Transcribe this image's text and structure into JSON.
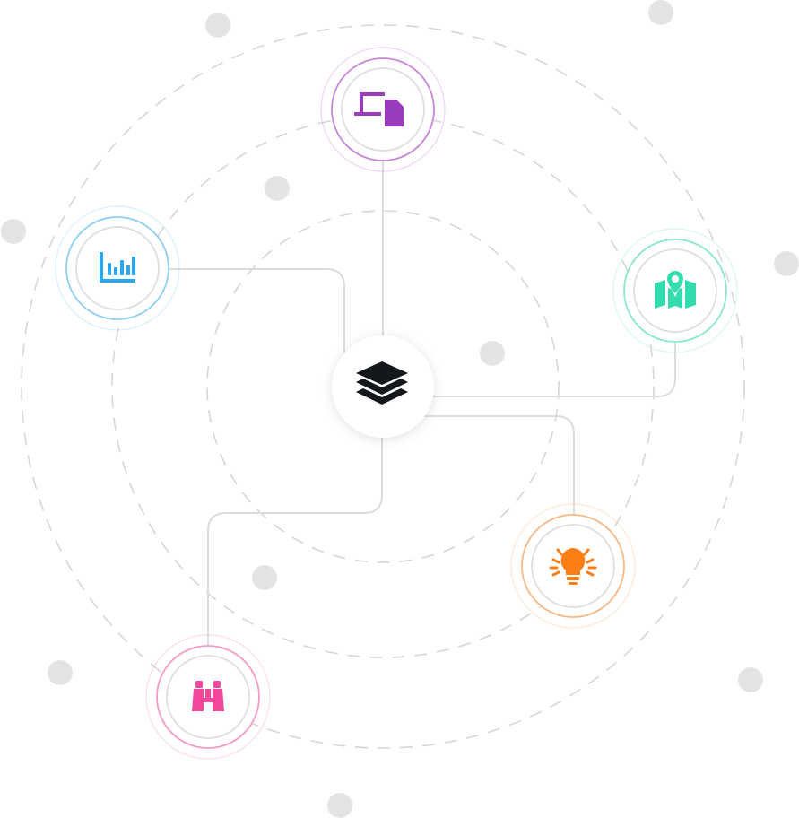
{
  "hub": {
    "icon": "layers-icon",
    "color": "#14171c"
  },
  "satellites": [
    {
      "id": "devices",
      "icon": "devices-icon",
      "color": "#9b3bbd",
      "ring": "#c987d8"
    },
    {
      "id": "chart",
      "icon": "bar-chart-icon",
      "color": "#2aa7ef",
      "ring": "#8fcff2"
    },
    {
      "id": "map",
      "icon": "map-pin-icon",
      "color": "#33dcae",
      "ring": "#8be9cf"
    },
    {
      "id": "idea",
      "icon": "lightbulb-icon",
      "color": "#ff7d15",
      "ring": "#f9b987"
    },
    {
      "id": "binoculars",
      "icon": "binoculars-icon",
      "color": "#f2479b",
      "ring": "#f39bc6"
    }
  ],
  "colors": {
    "orbit": "#d6d6d6",
    "connector": "#dcdcdc",
    "dot": "#e4e4e4"
  }
}
